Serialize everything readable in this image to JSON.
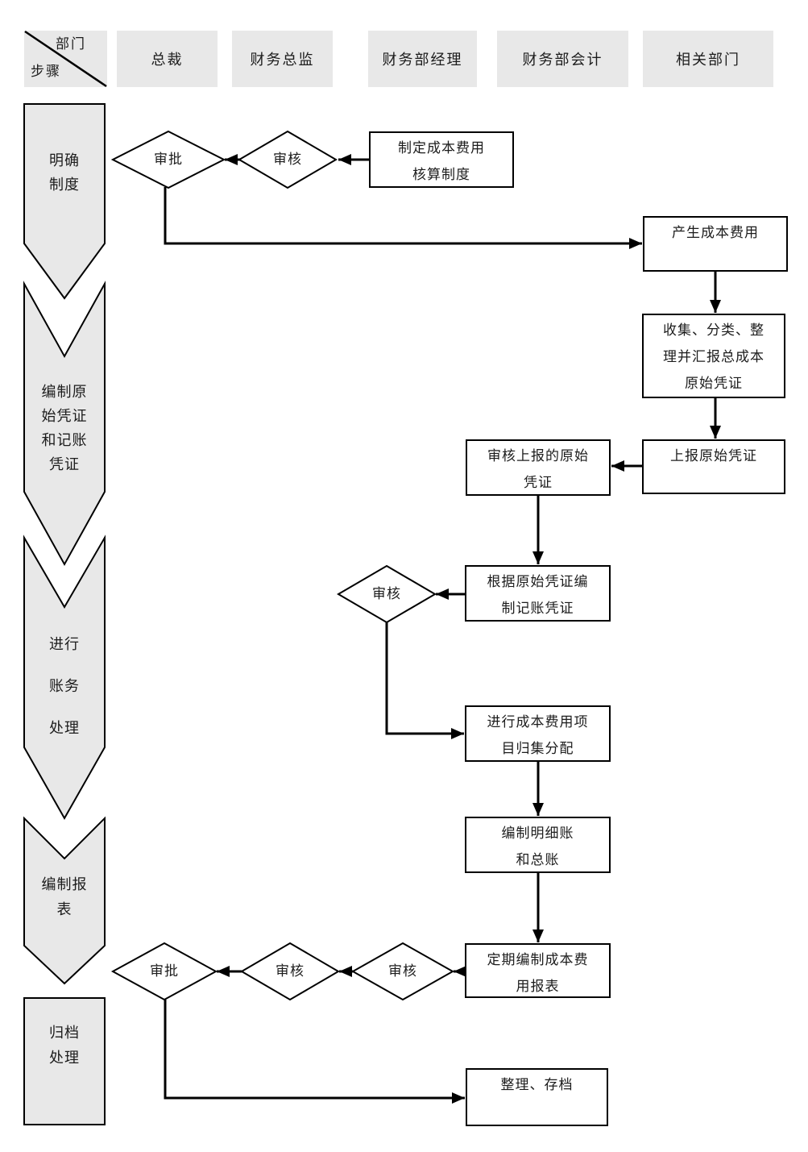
{
  "diagram_type": "swimlane-flowchart",
  "colors": {
    "lane_fill": "#e8e8e8",
    "header_fill": "#e8e8e8",
    "node_fill": "#ffffff",
    "line": "#000000",
    "text": "#1c1c1c"
  },
  "header": {
    "corner": {
      "department": "部门",
      "step": "步骤"
    },
    "columns": [
      {
        "label": "总裁"
      },
      {
        "label": "财务总监"
      },
      {
        "label": "财务部经理"
      },
      {
        "label": "财务部会计"
      },
      {
        "label": "相关部门"
      }
    ]
  },
  "lanes": [
    {
      "label": [
        "明确",
        "制度"
      ]
    },
    {
      "label": [
        "编制原",
        "始凭证",
        "和记账",
        "凭证"
      ]
    },
    {
      "label": [
        "进行",
        "账务",
        "处理"
      ]
    },
    {
      "label": [
        "编制报",
        "表"
      ]
    },
    {
      "label": [
        "归档",
        "处理"
      ]
    }
  ],
  "nodes": {
    "approve_system": {
      "type": "decision",
      "label": "审批"
    },
    "review_system": {
      "type": "decision",
      "label": "审核"
    },
    "make_system": {
      "type": "process",
      "label": [
        "制定成本费用",
        "核算制度"
      ]
    },
    "incur_cost": {
      "type": "process",
      "label": "产生成本费用"
    },
    "collect_vouchers": {
      "type": "process",
      "label": [
        "收集、分类、整",
        "理并汇报总成本",
        "原始凭证"
      ]
    },
    "submit_vouchers": {
      "type": "process",
      "label": "上报原始凭证"
    },
    "review_vouchers": {
      "type": "process",
      "label": [
        "审核上报的原始",
        "凭证"
      ]
    },
    "make_entries": {
      "type": "process",
      "label": [
        "根据原始凭证编",
        "制记账凭证"
      ]
    },
    "review_entries": {
      "type": "decision",
      "label": "审核"
    },
    "allocate_costs": {
      "type": "process",
      "label": [
        "进行成本费用项",
        "目归集分配"
      ]
    },
    "prepare_ledgers": {
      "type": "process",
      "label": [
        "编制明细账",
        "和总账"
      ]
    },
    "periodic_report": {
      "type": "process",
      "label": [
        "定期编制成本费",
        "用报表"
      ]
    },
    "review_report_1": {
      "type": "decision",
      "label": "审核"
    },
    "review_report_2": {
      "type": "decision",
      "label": "审核"
    },
    "approve_report": {
      "type": "decision",
      "label": "审批"
    },
    "archive_docs": {
      "type": "process",
      "label": "整理、存档"
    }
  }
}
